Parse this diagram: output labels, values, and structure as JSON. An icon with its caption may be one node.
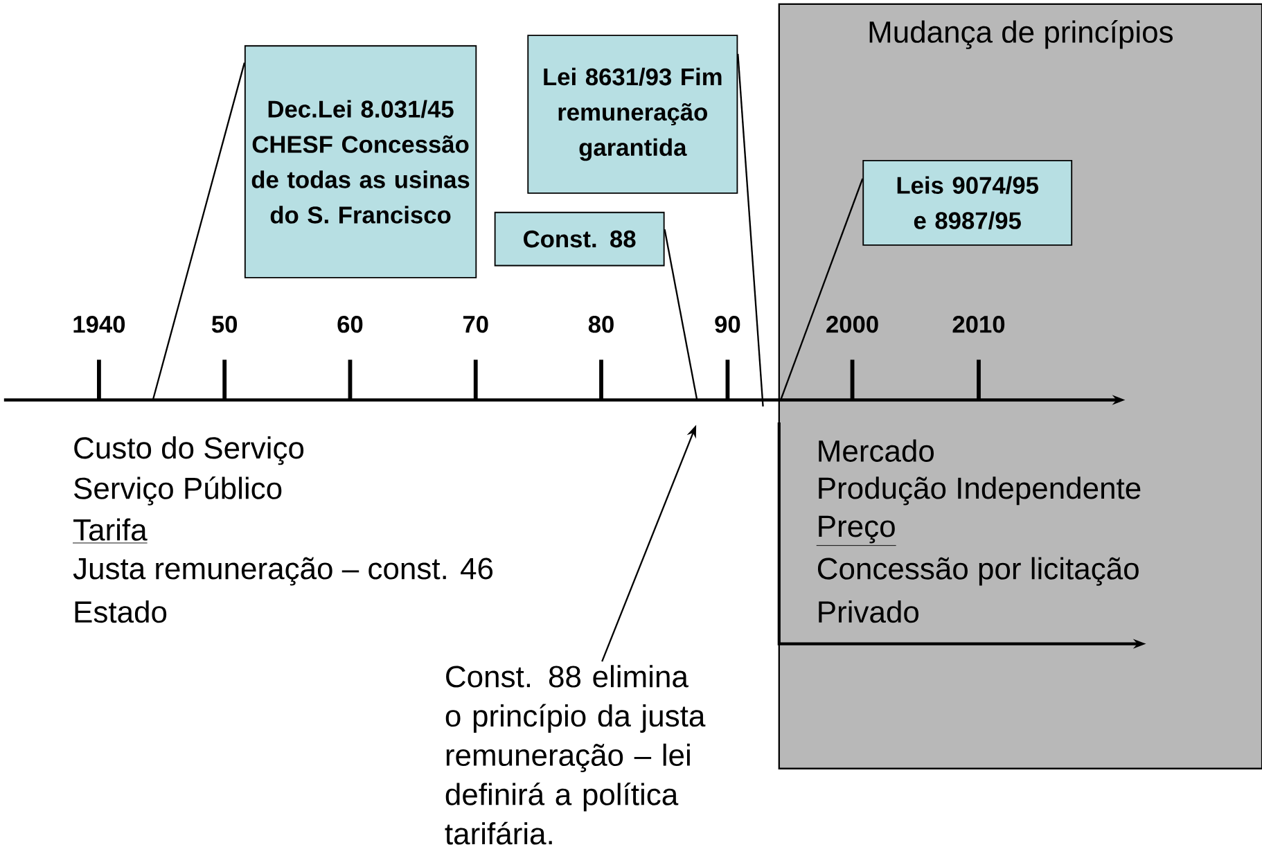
{
  "diagram": {
    "nodes": [
      {
        "text": [
          "Dec.Lei 8.031/45 CHESF Concessão de todas as usinas do S. Francisco"
        ]
      },
      {
        "text": [
          "Lei 8631/93 Fim remuneração garantida"
        ]
      },
      {
        "text": [
          "Const. 88"
        ]
      },
      {
        "text": [
          "Mudança de princípios"
        ]
      },
      {
        "text": [
          "Leis 9074/95 e 8987/95"
        ],
        "in": 3
      },
      {
        "text": [
          "Const. 88 elimina o princípio da justa remuneração – lei definirá a política tarifária."
        ]
      }
    ],
    "edges": [
      {
        "from": 0,
        "to": null,
        "arrow": "none"
      },
      {
        "from": 2,
        "to": null,
        "arrow": "none"
      },
      {
        "from": 1,
        "to": null,
        "arrow": "none"
      },
      {
        "from": 4,
        "to": null,
        "arrow": "none"
      },
      {
        "from": 5,
        "to": null,
        "arrow": "to"
      }
    ],
    "labels": [
      "1940",
      "50",
      "60",
      "70",
      "80",
      "90",
      "2000",
      "2010",
      "Custo do Serviço",
      "Serviço Público",
      "Tarifa",
      "Justa remuneração – const. 46",
      "Estado",
      "Mercado",
      "Produção Independente",
      "Preço",
      "Concessão por licitação",
      "Privado"
    ]
  }
}
